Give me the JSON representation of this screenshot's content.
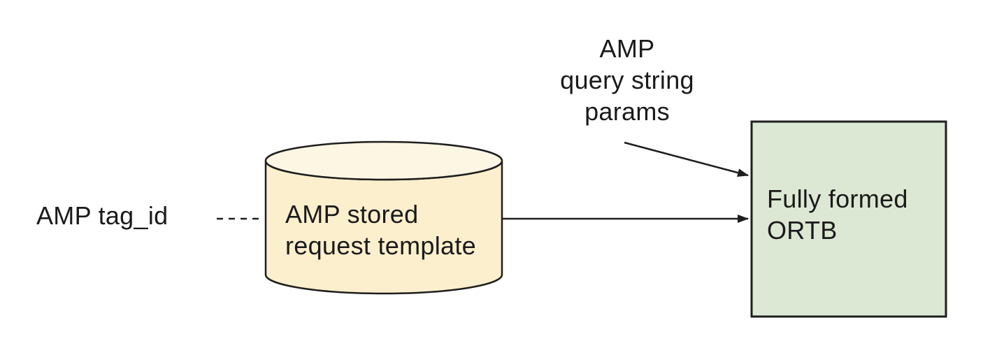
{
  "colors": {
    "background": "#ffffff",
    "text": "#1a1a1a",
    "stroke": "#1e1e1e",
    "cylinder_fill": "#FCEFCD",
    "cylinder_top_fill": "#FDF6E3",
    "box_fill": "#DCE8D4"
  },
  "nodes": {
    "amp_tag_id": {
      "label": "AMP tag_id"
    },
    "stored_request_db": {
      "label": "AMP stored\nrequest template",
      "shape": "cylinder"
    },
    "ortb_box": {
      "label": "Fully formed\nORTB",
      "shape": "rectangle"
    },
    "query_string_params": {
      "label": "AMP\nquery string\nparams"
    }
  },
  "connectors": [
    {
      "from": "amp_tag_id",
      "to": "stored_request_db",
      "style": "dashed",
      "arrow": false
    },
    {
      "from": "stored_request_db",
      "to": "ortb_box",
      "style": "solid",
      "arrow": true
    },
    {
      "from": "query_string_params",
      "to": "ortb_box",
      "style": "solid",
      "arrow": true
    }
  ]
}
